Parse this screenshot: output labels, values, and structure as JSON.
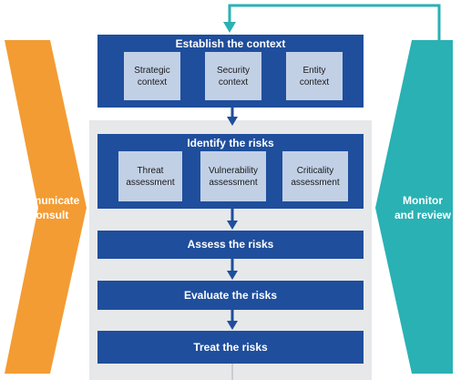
{
  "left_arrow": {
    "label_line1": "Communicate",
    "label_line2": "and consult",
    "color": "#f39c33"
  },
  "right_arrow": {
    "label_line1": "Monitor",
    "label_line2": "and review",
    "color": "#2ab1b4"
  },
  "establish": {
    "title": "Establish the context",
    "items": [
      {
        "line1": "Strategic",
        "line2": "context"
      },
      {
        "line1": "Security",
        "line2": "context"
      },
      {
        "line1": "Entity",
        "line2": "context"
      }
    ]
  },
  "identify": {
    "title": "Identify the risks",
    "items": [
      {
        "line1": "Threat",
        "line2": "assessment"
      },
      {
        "line1": "Vulnerability",
        "line2": "assessment"
      },
      {
        "line1": "Criticality",
        "line2": "assessment"
      }
    ]
  },
  "assess": {
    "title": "Assess the risks"
  },
  "evaluate": {
    "title": "Evaluate the risks"
  },
  "treat": {
    "title": "Treat the risks"
  },
  "colors": {
    "process_blue": "#1f4e9c",
    "sub_box": "#c2d0e6",
    "panel_gray": "#e7e8ea",
    "feedback_line": "#2ab1b4"
  }
}
